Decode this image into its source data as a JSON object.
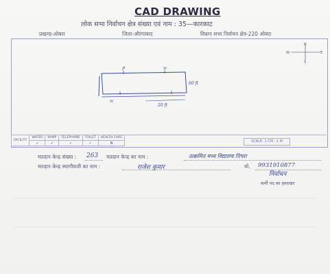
{
  "header": {
    "title": "CAD DRAWING",
    "subtitle": "लोक सभा निर्वाचन क्षेत्र संख्या एवं नाम : 35—कारकाट",
    "block": "प्रखण्ड-ओबरा",
    "district": "जिला-औरंगाबाद",
    "assembly": "विधान सभा निर्वाचन क्षेत्र-220 ओबरा"
  },
  "compass": {
    "north": "N",
    "south": "S",
    "east": "E",
    "west": "W"
  },
  "sketch": {
    "label_top_left": "P",
    "label_top_right": "W",
    "dimension_right": "60 ft",
    "label_bottom": "W",
    "dimension_bottom": "20 ft"
  },
  "facility": {
    "row_label": "FACILITY",
    "headers": [
      "WATER",
      "RAMP",
      "TELEPHONE",
      "TOILET",
      "HEALTH CARE"
    ],
    "values": [
      "✓",
      "✓",
      "✓",
      "✓",
      "N"
    ]
  },
  "scale_note": "SCALE- 1 CM : 1 M",
  "booth_number_label": "मतदान केन्द्र संख्या :",
  "booth_number": "263",
  "booth_name_label": "मतदान केन्द्र का नाम :",
  "booth_name": "उत्क्रमित मध्य विद्यालय पिपरा",
  "officer_label": "मतदान केन्द्र स्थानीयजी का नाम :",
  "officer_name": "राजेश कुमार",
  "mobile_label": "मो.",
  "mobile": "9931910877",
  "signature": "निर्वाचन",
  "signature_caption": "कर्मी पद का हस्ताक्षर"
}
